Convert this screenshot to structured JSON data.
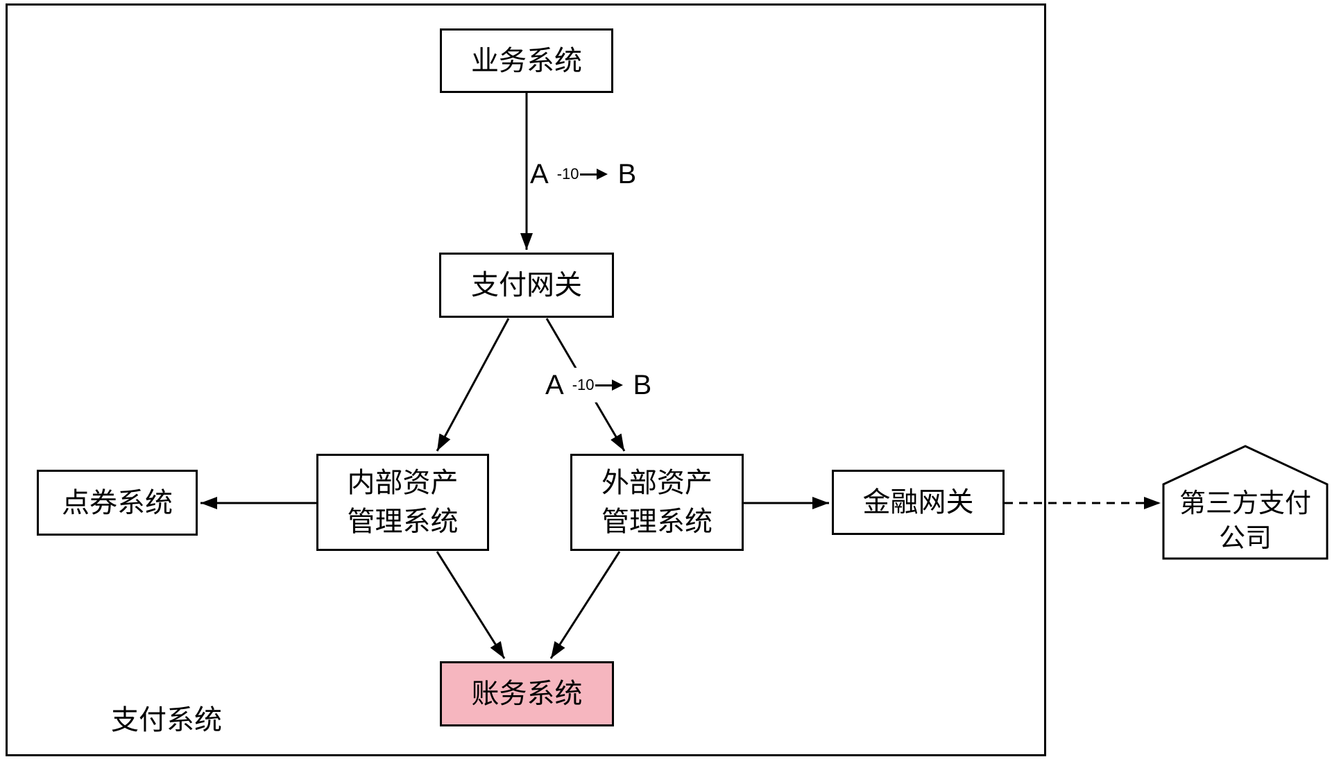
{
  "diagram": {
    "container_label": "支付系统",
    "nodes": {
      "business_system": {
        "label": "业务系统"
      },
      "payment_gateway": {
        "label": "支付网关"
      },
      "internal_asset_mgmt": {
        "lines": [
          "内部资产",
          "管理系统"
        ]
      },
      "external_asset_mgmt": {
        "lines": [
          "外部资产",
          "管理系统"
        ]
      },
      "voucher_system": {
        "label": "点券系统"
      },
      "financial_gateway": {
        "label": "金融网关"
      },
      "accounting_system": {
        "label": "账务系统",
        "fill": "#f6b6bf"
      },
      "third_party_payment": {
        "lines": [
          "第三方支付",
          "公司"
        ]
      }
    },
    "edge_labels": {
      "transfer_top": {
        "from": "A",
        "amount": "-10",
        "to": "B"
      },
      "transfer_mid": {
        "from": "A",
        "amount": "-10",
        "to": "B"
      }
    },
    "colors": {
      "line": "#000000",
      "box_border": "#000000",
      "background": "#ffffff",
      "highlight_fill": "#f6b6bf"
    }
  }
}
